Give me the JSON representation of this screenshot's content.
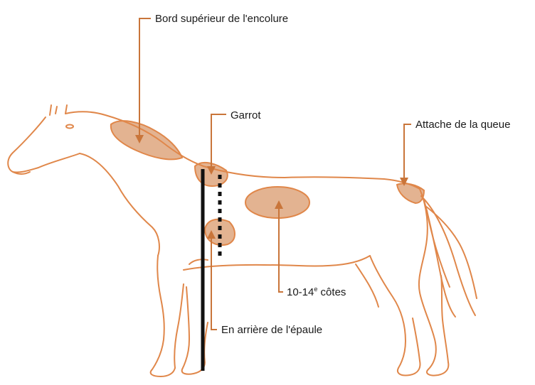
{
  "colors": {
    "outline": "#e0874a",
    "zone_fill": "#d99a6c",
    "arrow": "#c9753a",
    "vertical_line": "#111111",
    "text": "#1a1a1a"
  },
  "labels": {
    "neck": "Bord supérieur de l'encolure",
    "withers": "Garrot",
    "tail": "Attache de la queue",
    "ribs_prefix": "10-14",
    "ribs_sup": "e",
    "ribs_suffix": " côtes",
    "shoulder": "En arrière de l'épaule"
  },
  "icons": {
    "horse": "horse-outline-drawing"
  }
}
